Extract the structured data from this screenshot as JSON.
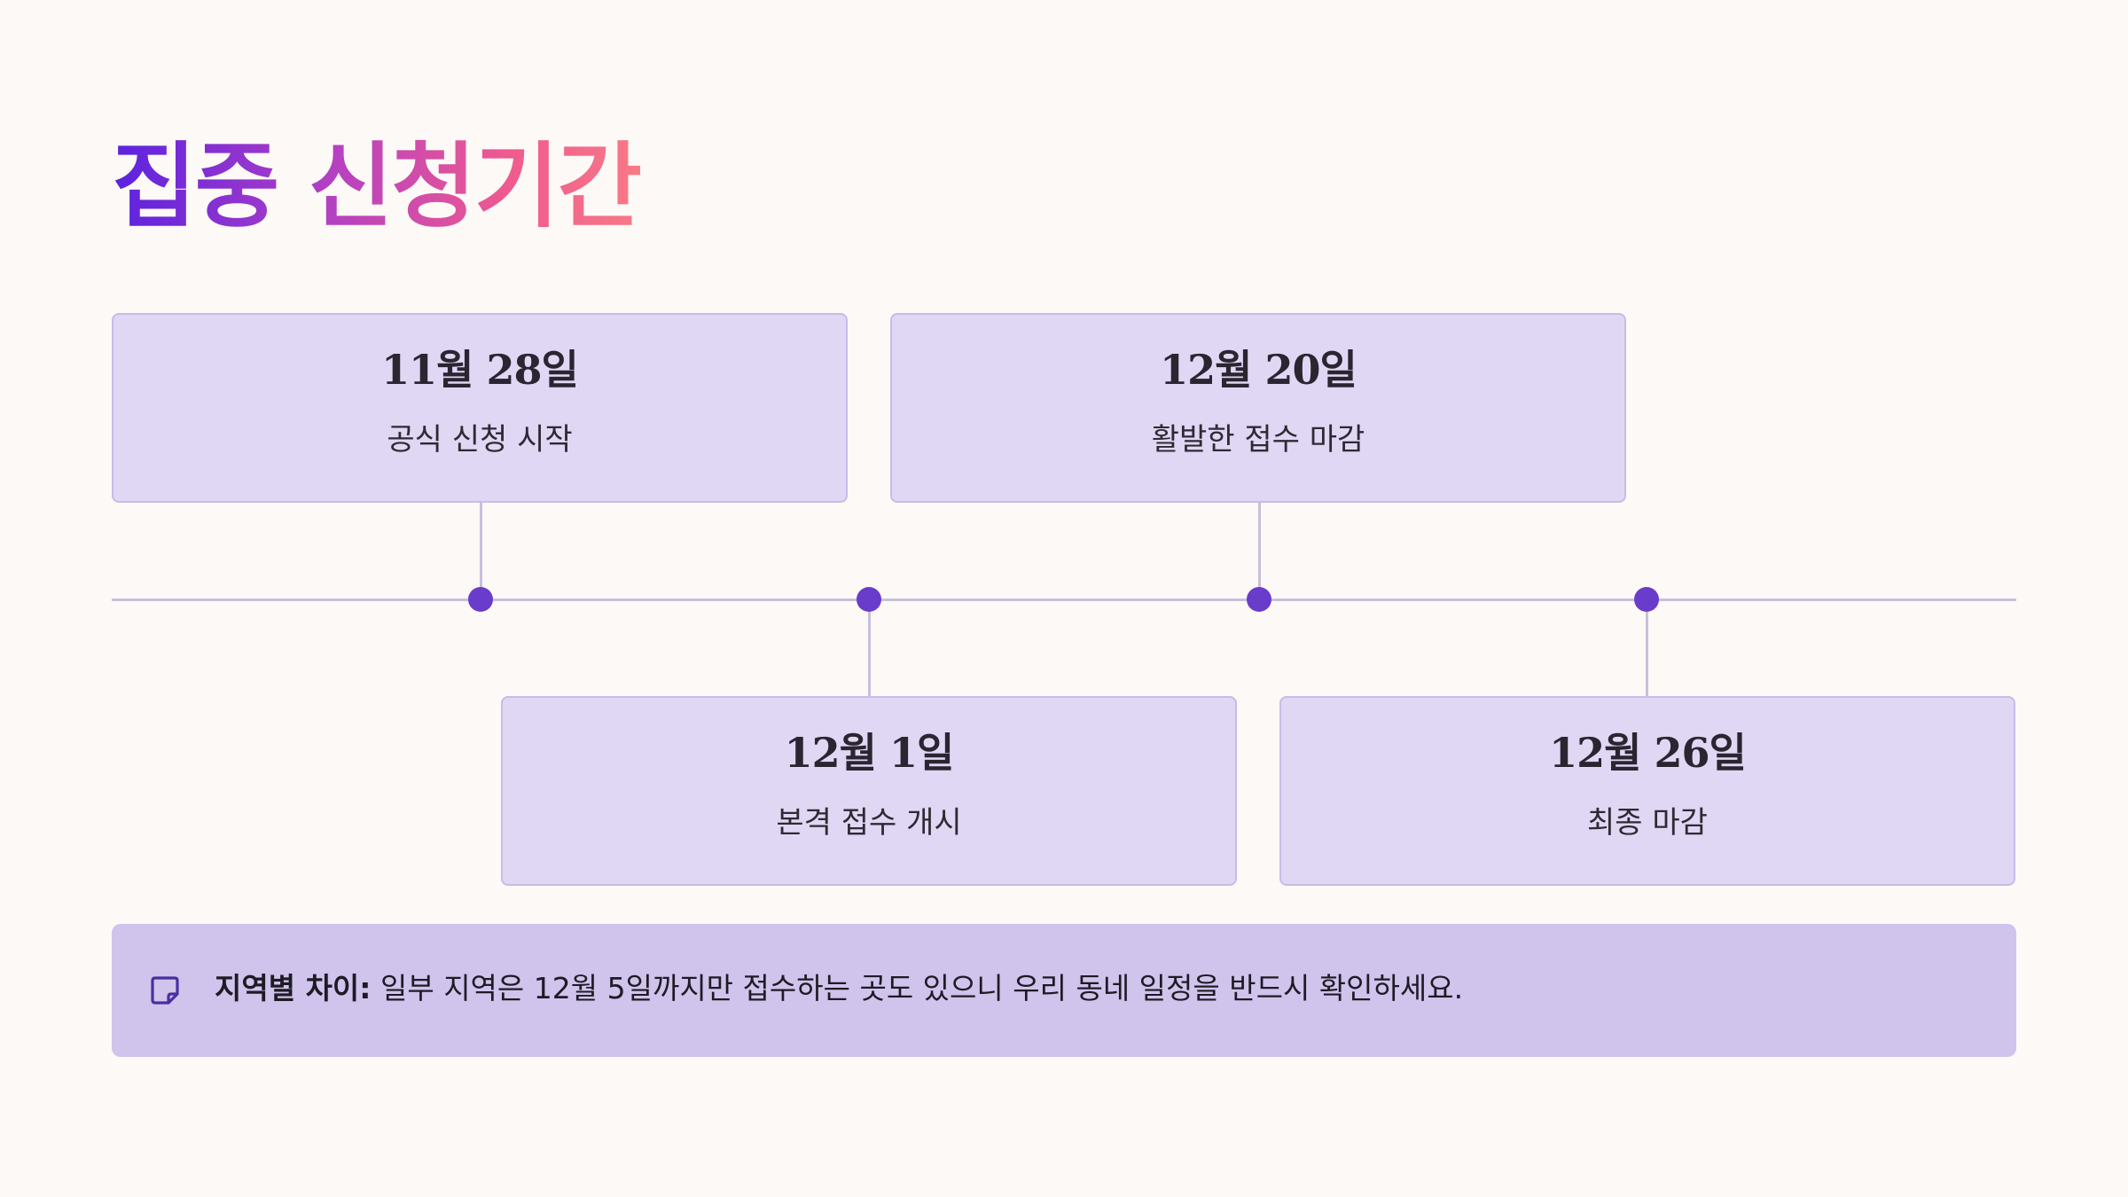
{
  "title": "집중 신청기간",
  "milestones": [
    {
      "date": "11월 28일",
      "label": "공식 신청 시작"
    },
    {
      "date": "12월 1일",
      "label": "본격 접수 개시"
    },
    {
      "date": "12월 20일",
      "label": "활발한 접수 마감"
    },
    {
      "date": "12월 26일",
      "label": "최종 마감"
    }
  ],
  "note": {
    "icon": "sticky-note-icon",
    "label": "지역별 차이:",
    "text": " 일부 지역은 12월 5일까지만 접수하는 곳도 있으니 우리 동네 일정을 반드시 확인하세요."
  },
  "colors": {
    "background": "#fdf9f6",
    "card": "#e0d7f4",
    "note": "#d0c3ec",
    "accent": "#6a3ccb",
    "title_gradient_start": "#5a22e0",
    "title_gradient_end": "#f77a86"
  }
}
